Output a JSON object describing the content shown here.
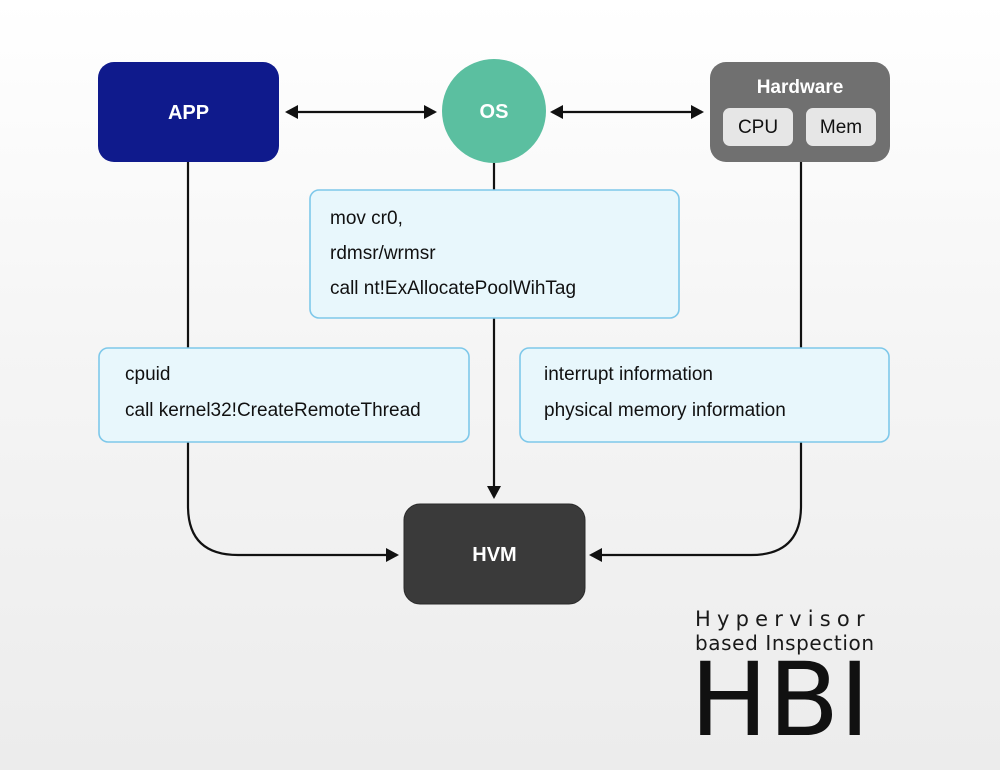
{
  "nodes": {
    "app": {
      "label": "APP",
      "color": "#0f1a8c"
    },
    "os": {
      "label": "OS",
      "color": "#5bbfa0"
    },
    "hardware": {
      "label": "Hardware",
      "color": "#707070",
      "chips": [
        "CPU",
        "Mem"
      ],
      "chip_color": "#e6e6e6"
    },
    "hvm": {
      "label": "HVM",
      "color": "#3a3a3a"
    }
  },
  "info_boxes": {
    "os": {
      "lines": [
        "mov cr0,",
        "rdmsr/wrmsr",
        "call nt!ExAllocatePoolWihTag"
      ]
    },
    "app": {
      "lines": [
        "cpuid",
        "call kernel32!CreateRemoteThread"
      ]
    },
    "hardware": {
      "lines": [
        "interrupt information",
        "physical memory information"
      ]
    },
    "fill_color": "#e8f7fc",
    "border_color": "#7ec8ea"
  },
  "logo": {
    "line1": "Hypervisor",
    "line2": "based Inspection",
    "acronym": "HBI"
  },
  "arrow_color": "#111111"
}
